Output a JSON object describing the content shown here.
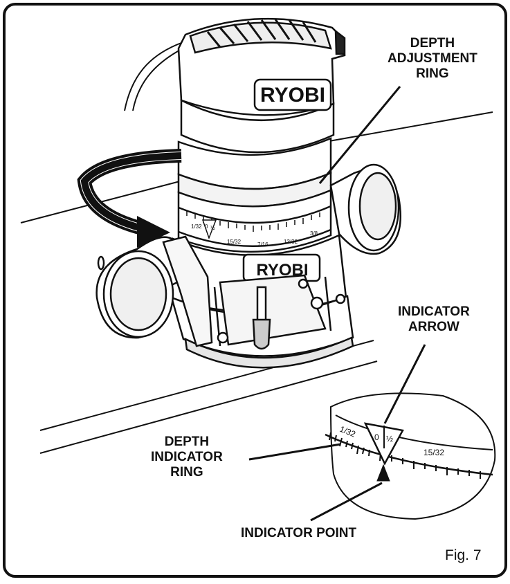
{
  "figure": {
    "callouts": {
      "depth_adjustment_ring": [
        "DEPTH",
        "ADJUSTMENT",
        "RING"
      ],
      "indicator_arrow": [
        "INDICATOR",
        "ARROW"
      ],
      "depth_indicator_ring": [
        "DEPTH",
        "INDICATOR",
        "RING"
      ],
      "indicator_point": "INDICATOR POINT"
    },
    "brand": "RYOBI",
    "router_scale_labels": [
      "1/32",
      "0",
      "½",
      "15/32",
      "7/16",
      "13/32",
      "3/8"
    ],
    "zoom_scale_labels": [
      "1/32",
      "0",
      "½",
      "15/32"
    ],
    "fig_label": "Fig. 7"
  }
}
